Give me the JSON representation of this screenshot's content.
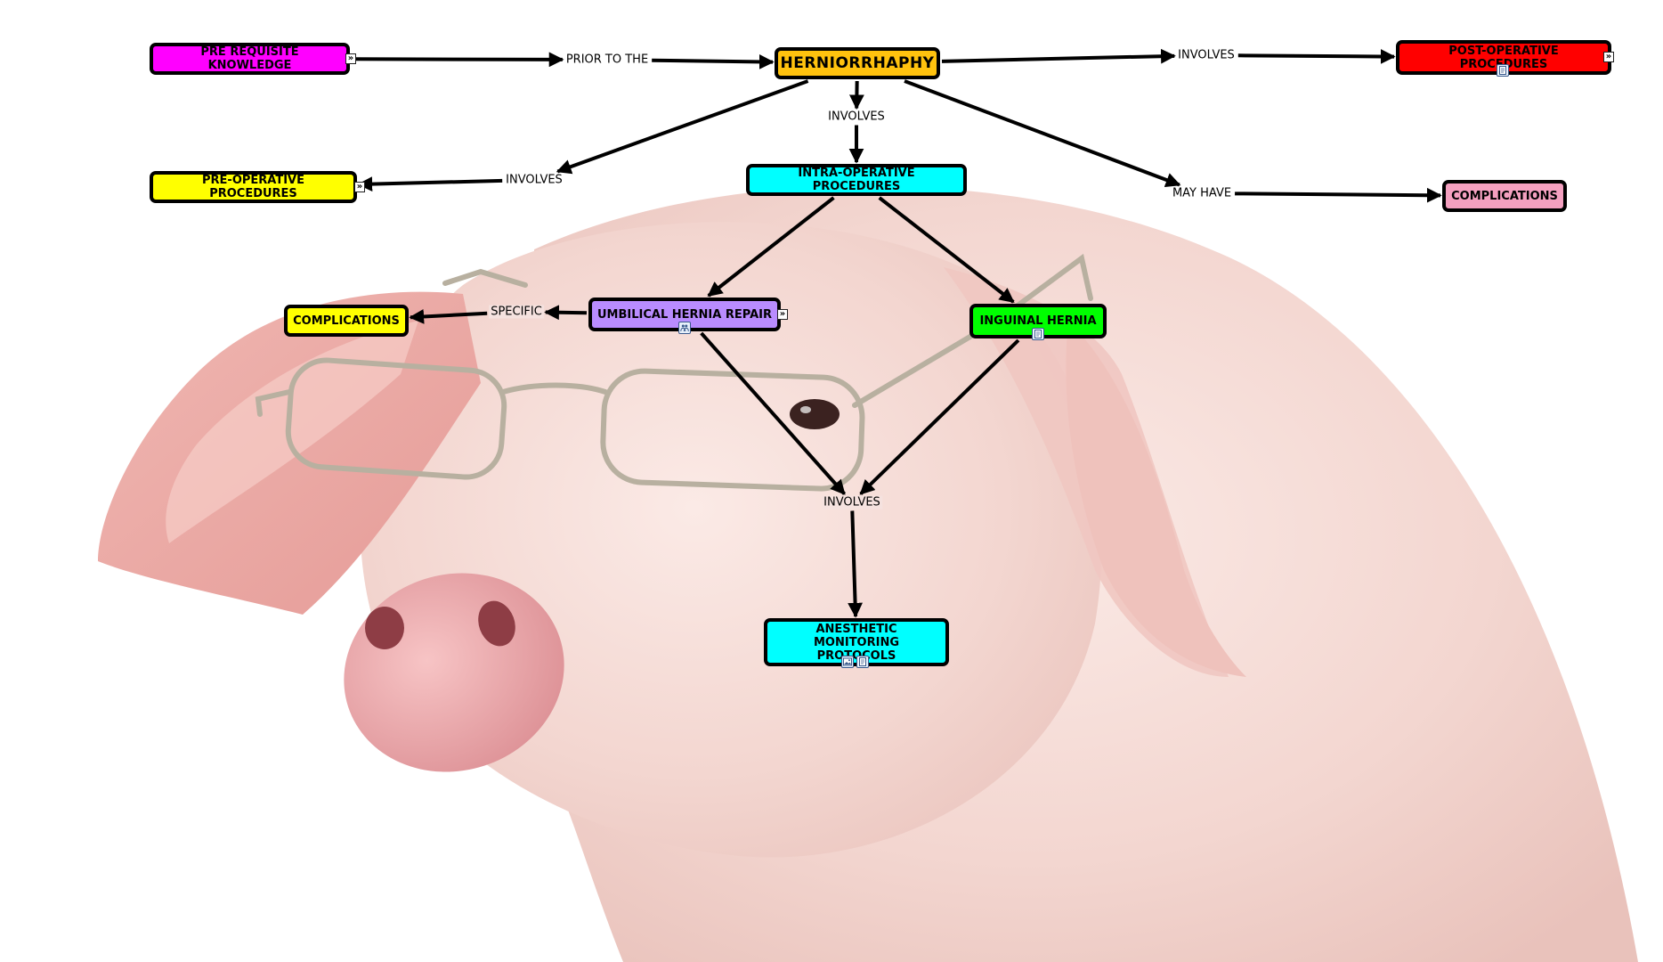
{
  "diagram": {
    "type": "concept-map",
    "nodes": [
      {
        "id": "prereq",
        "label": "PRE REQUISITE KNOWLEDGE",
        "color": "#ff00ff"
      },
      {
        "id": "hern",
        "label": "HERNIORRHAPHY",
        "color": "#ffc20e"
      },
      {
        "id": "postop",
        "label": "POST-OPERATIVE PROCEDURES",
        "color": "#ff0000"
      },
      {
        "id": "preop",
        "label": "PRE-OPERATIVE PROCEDURES",
        "color": "#ffff00"
      },
      {
        "id": "intraop",
        "label": "INTRA-OPERATIVE PROCEDURES",
        "color": "#00ffff"
      },
      {
        "id": "comp_right",
        "label": "COMPLICATIONS",
        "color": "#f4a0c0"
      },
      {
        "id": "comp_left",
        "label": "COMPLICATIONS",
        "color": "#ffff00"
      },
      {
        "id": "umbilical",
        "label": "UMBILICAL HERNIA REPAIR",
        "color": "#b98cff"
      },
      {
        "id": "inguinal",
        "label": "INGUINAL HERNIA",
        "color": "#00ff00"
      },
      {
        "id": "anesthetic",
        "label": "ANESTHETIC MONITORING PROTOCOLS",
        "color": "#00ffff"
      }
    ],
    "linking_phrases": [
      {
        "id": "lp_prior",
        "label": "PRIOR TO THE"
      },
      {
        "id": "lp_inv_top",
        "label": "INVOLVES"
      },
      {
        "id": "lp_inv_mid",
        "label": "INVOLVES"
      },
      {
        "id": "lp_inv_left",
        "label": "INVOLVES"
      },
      {
        "id": "lp_mayhave",
        "label": "MAY HAVE"
      },
      {
        "id": "lp_specific",
        "label": "SPECIFIC"
      },
      {
        "id": "lp_inv_bottom",
        "label": "INVOLVES"
      }
    ],
    "edges": [
      [
        "prereq",
        "lp_prior"
      ],
      [
        "lp_prior",
        "hern"
      ],
      [
        "hern",
        "lp_inv_top"
      ],
      [
        "lp_inv_top",
        "postop"
      ],
      [
        "hern",
        "lp_inv_mid"
      ],
      [
        "lp_inv_mid",
        "intraop"
      ],
      [
        "hern",
        "lp_inv_left"
      ],
      [
        "lp_inv_left",
        "preop"
      ],
      [
        "hern",
        "lp_mayhave"
      ],
      [
        "lp_mayhave",
        "comp_right"
      ],
      [
        "intraop",
        "umbilical"
      ],
      [
        "intraop",
        "inguinal"
      ],
      [
        "umbilical",
        "lp_specific"
      ],
      [
        "lp_specific",
        "comp_left"
      ],
      [
        "umbilical",
        "lp_inv_bottom"
      ],
      [
        "inguinal",
        "lp_inv_bottom"
      ],
      [
        "lp_inv_bottom",
        "anesthetic"
      ]
    ],
    "expand_glyph": "»",
    "resource_icons": [
      {
        "node": "postop",
        "icons": [
          "document-icon"
        ]
      },
      {
        "node": "umbilical",
        "icons": [
          "people-icon"
        ]
      },
      {
        "node": "inguinal",
        "icons": [
          "document-icon"
        ]
      },
      {
        "node": "anesthetic",
        "icons": [
          "image-icon",
          "document-icon"
        ]
      }
    ],
    "expandable": [
      "prereq",
      "postop",
      "preop",
      "umbilical"
    ],
    "background": "pig-wearing-glasses-photo",
    "colors": {
      "stroke": "#000000",
      "pig_skin": "#f3d5cf",
      "snout": "#e9a3a6"
    }
  }
}
